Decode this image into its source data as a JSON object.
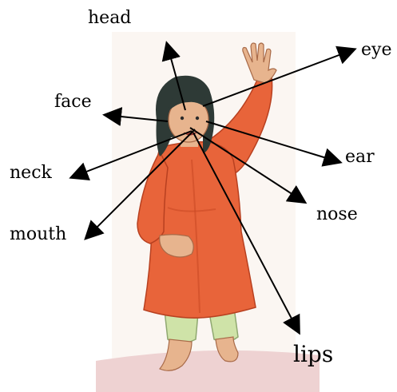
{
  "labels": {
    "head": "head",
    "eye": "eye",
    "face": "face",
    "ear": "ear",
    "neck": "neck",
    "nose": "nose",
    "mouth": "mouth",
    "lips": "lips"
  },
  "colors": {
    "dress": "#e8643a",
    "dress_shadow": "#c94a24",
    "pants": "#cfe3a8",
    "skin": "#e7b48e",
    "hair": "#2e3a36",
    "ground": "#eed2d2",
    "arrow": "#000000"
  }
}
